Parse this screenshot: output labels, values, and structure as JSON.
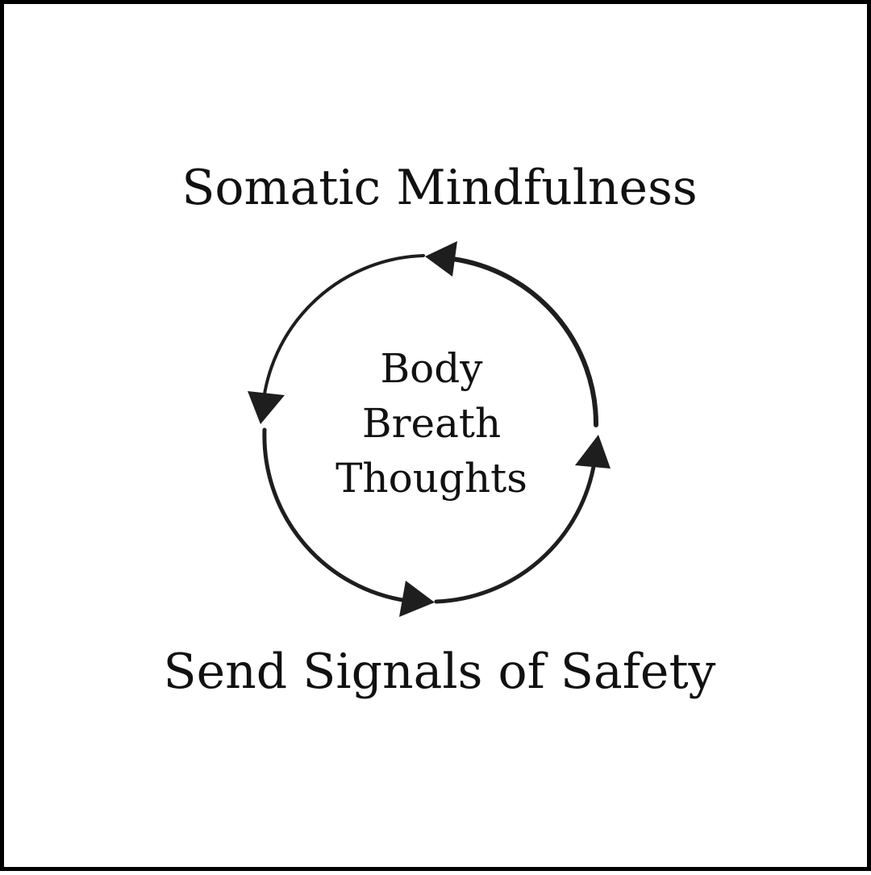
{
  "diagram": {
    "top_label": "Somatic Mindfulness",
    "bottom_label": "Send Signals of Safety",
    "center_words": [
      "Body",
      "Breath",
      "Thoughts"
    ],
    "cycle": {
      "direction": "counterclockwise",
      "arrow_count": 4,
      "color": "#1e1e1e"
    }
  }
}
